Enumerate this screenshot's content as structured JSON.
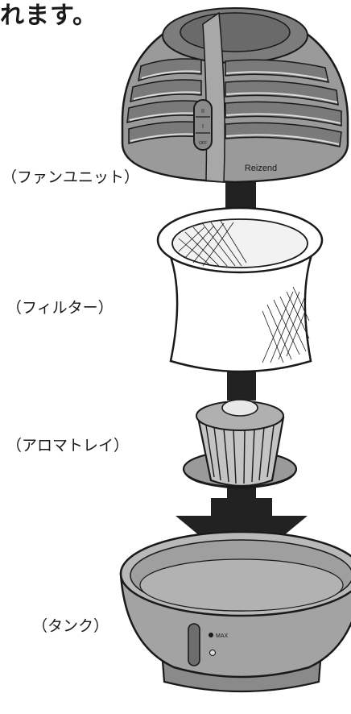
{
  "heading": "れます。",
  "labels": {
    "fan_unit": "（ファンユニット）",
    "filter": "（フィルター）",
    "aroma_tray": "（アロマトレイ）",
    "tank": "（タンク）"
  },
  "fan_unit": {
    "brand_logo": "Reizend",
    "button_marks": [
      "II",
      "I",
      "OFF"
    ]
  },
  "tank": {
    "max_label": "MAX"
  },
  "colors": {
    "unit_gray": "#9a9a9a",
    "dark_gray": "#6a6a6a",
    "light_gray": "#bdbdbd",
    "outline": "#1a1a1a",
    "arrow": "#222222"
  }
}
